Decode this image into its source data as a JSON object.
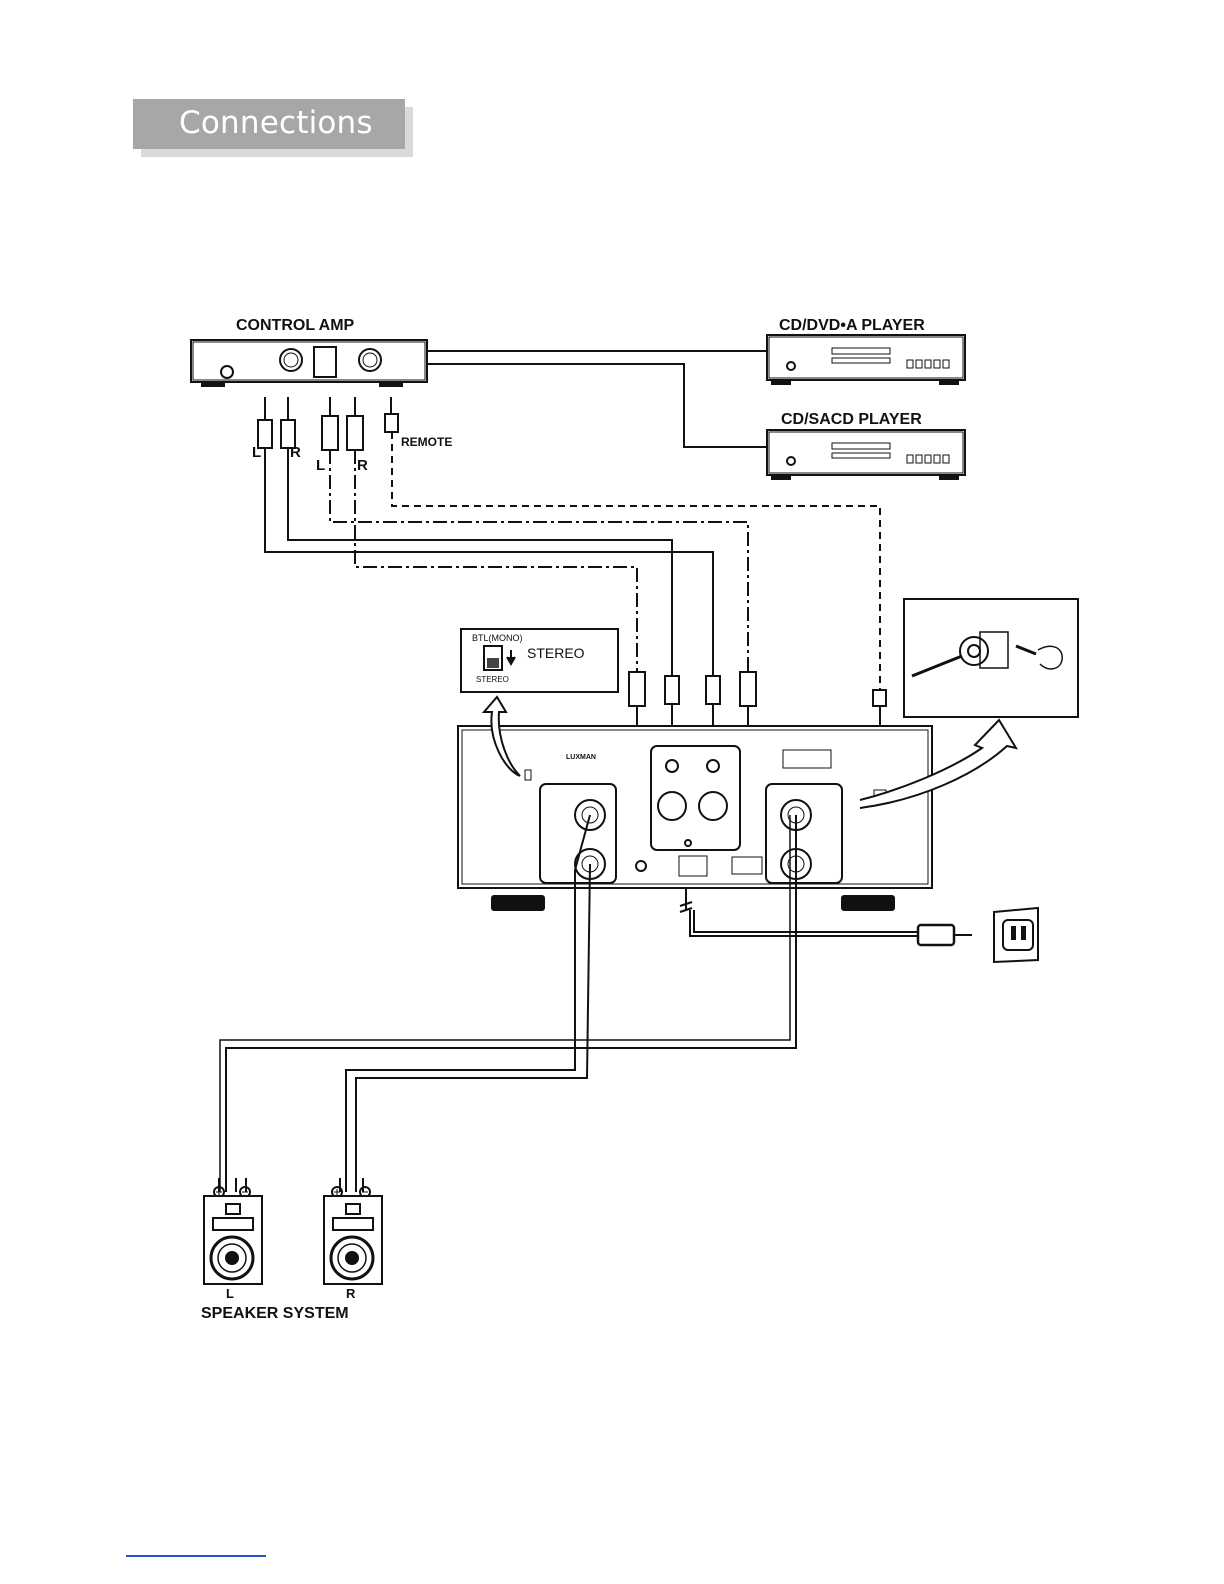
{
  "header": {
    "title": "Connections"
  },
  "labels": {
    "control_amp": "CONTROL AMP",
    "cd_dvd_player": "CD/DVD•A PLAYER",
    "cd_sacd_player": "CD/SACD PLAYER",
    "remote": "REMOTE",
    "left": "L",
    "right": "R",
    "btl_mono": "BTL(MONO)",
    "stereo_small": "STEREO",
    "stereo_large": "STEREO",
    "speaker_system": "SPEAKER SYSTEM",
    "amp_brand": "LUXMAN"
  },
  "colors": {
    "line": "#111111",
    "header_bar": "#a7a7a7",
    "header_text": "#ffffff"
  }
}
